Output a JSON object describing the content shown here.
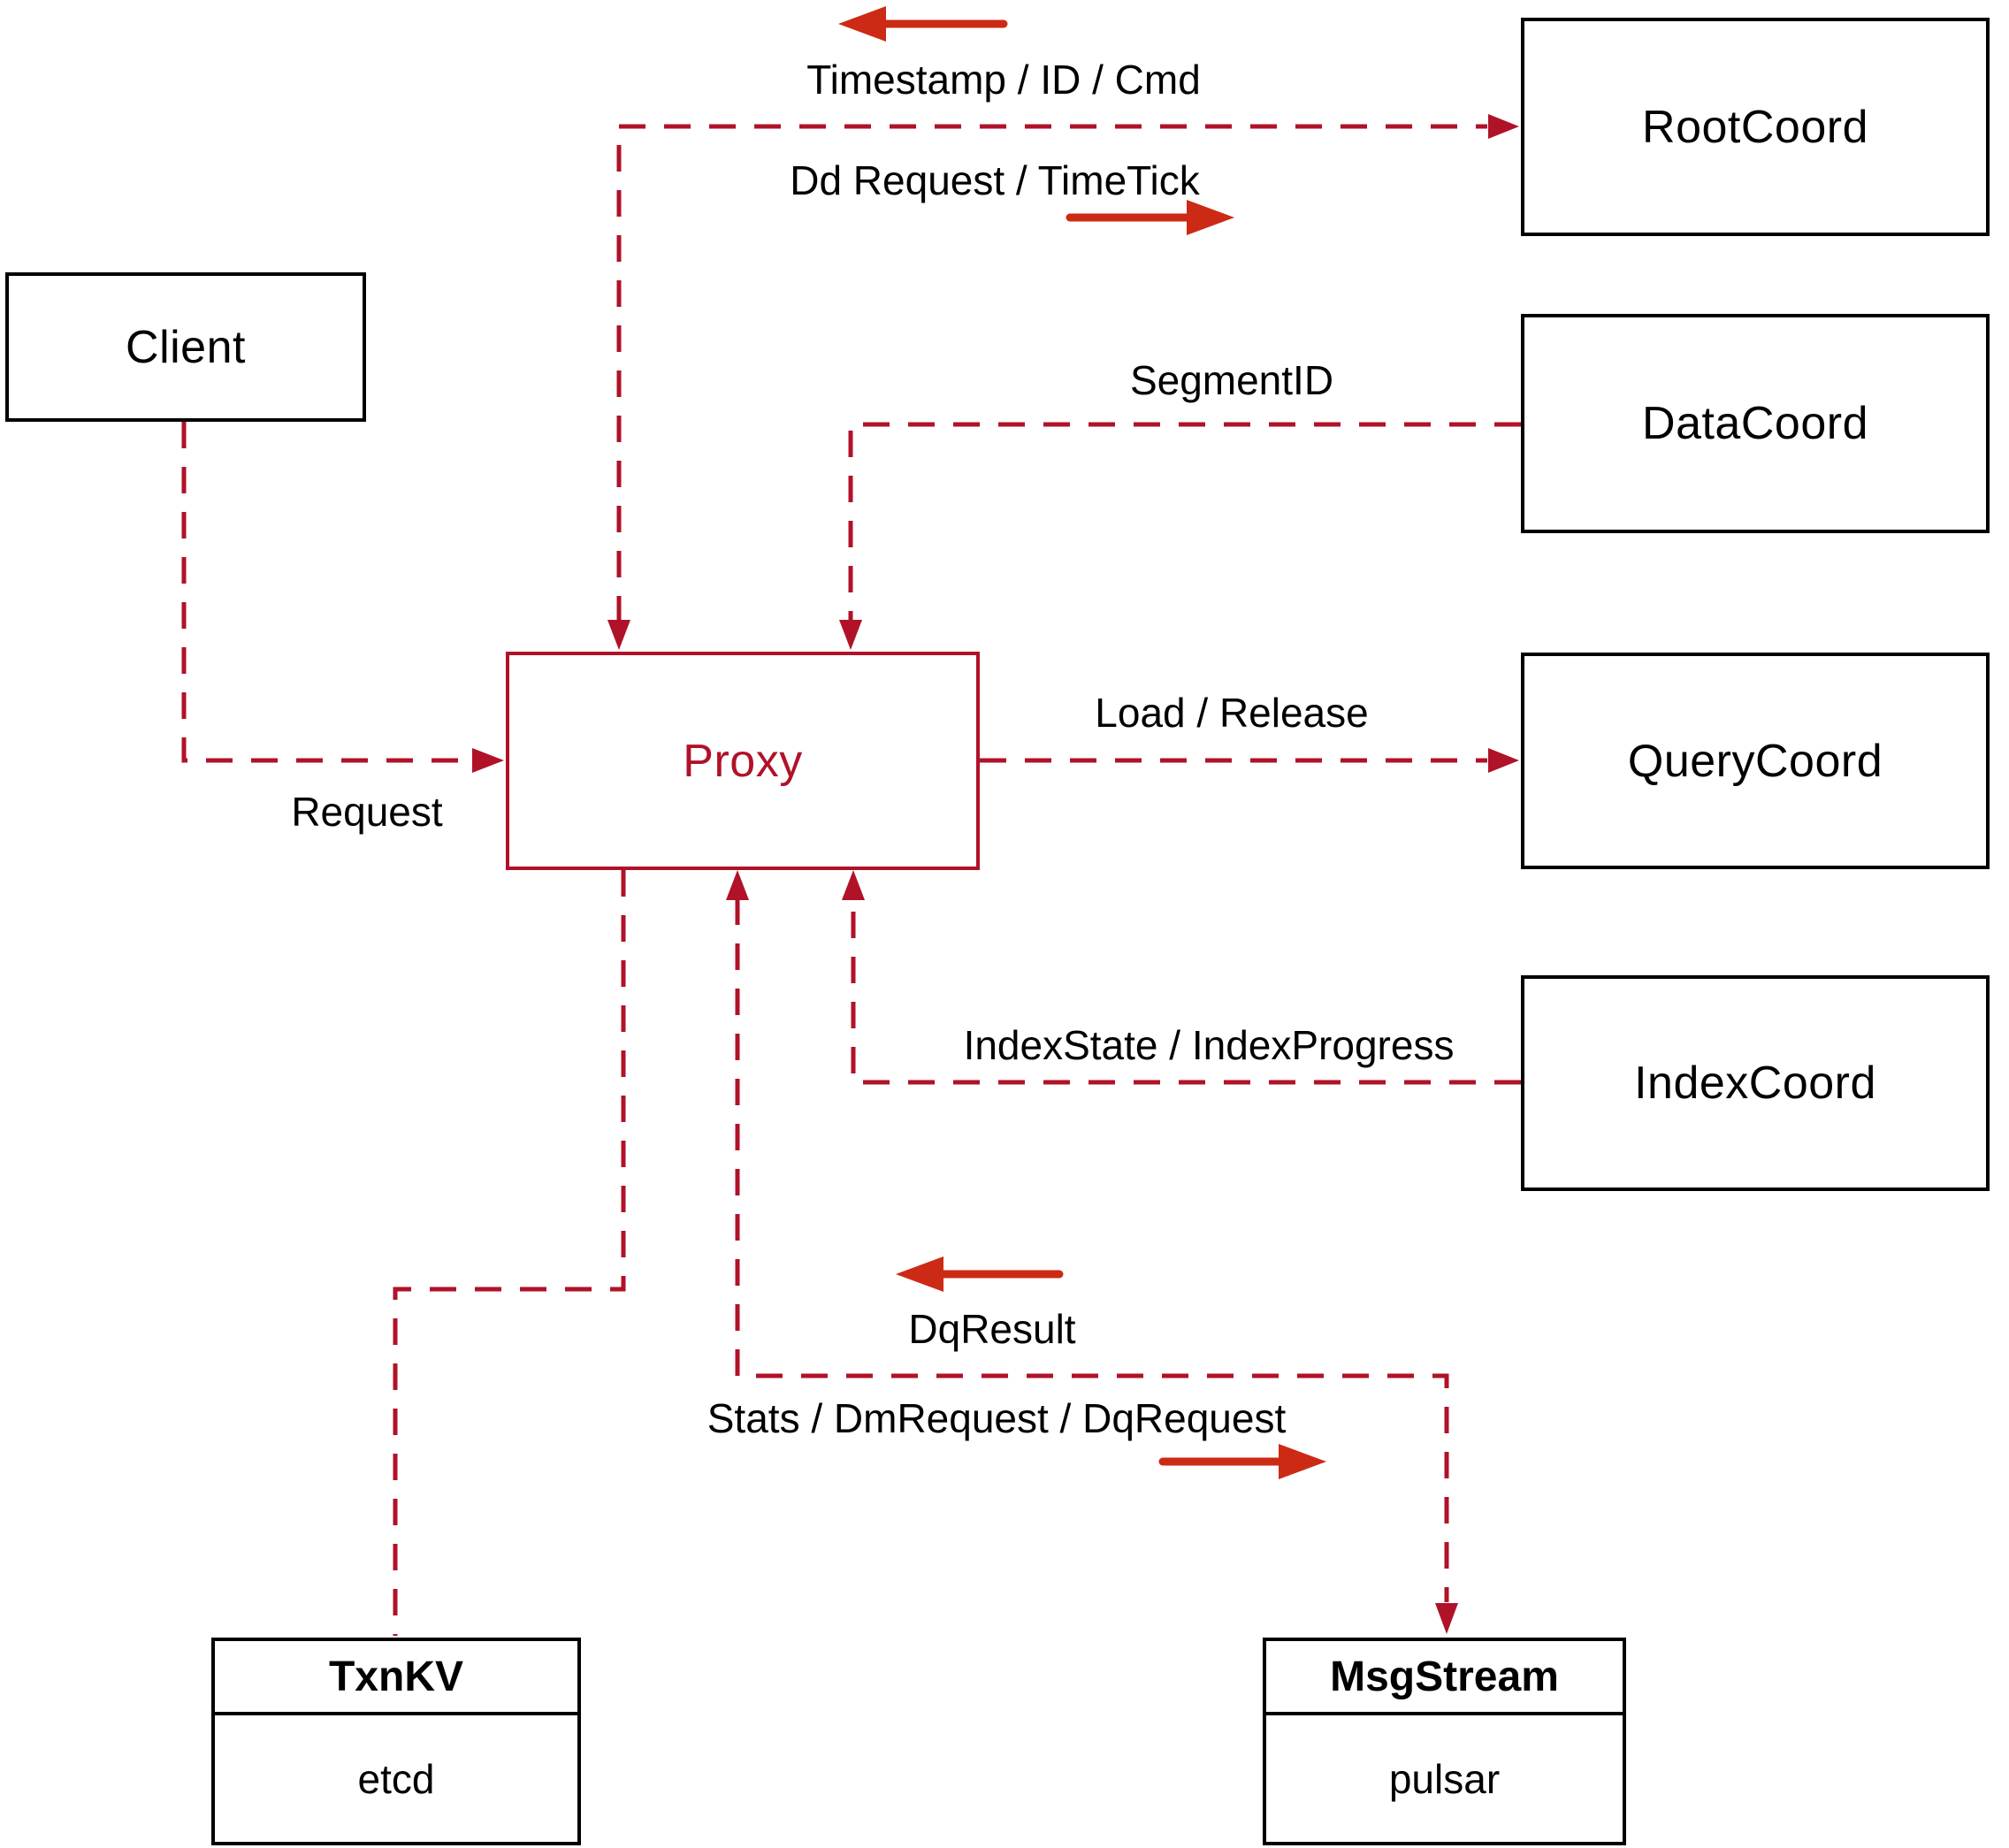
{
  "diagram": {
    "nodes": {
      "client": {
        "label": "Client"
      },
      "proxy": {
        "label": "Proxy"
      },
      "root_coord": {
        "label": "RootCoord"
      },
      "data_coord": {
        "label": "DataCoord"
      },
      "query_coord": {
        "label": "QueryCoord"
      },
      "index_coord": {
        "label": "IndexCoord"
      },
      "txn_kv": {
        "title": "TxnKV",
        "impl": "etcd"
      },
      "msg_stream": {
        "title": "MsgStream",
        "impl": "pulsar"
      }
    },
    "edge_labels": {
      "timestamp_id_cmd": "Timestamp / ID / Cmd",
      "dd_request_timetick": "Dd Request / TimeTick",
      "segment_id": "SegmentID",
      "load_release": "Load / Release",
      "index_state": "IndexState / IndexProgress",
      "dq_result": "DqResult",
      "stats_dm_dq": "Stats / DmRequest / DqRequest",
      "request": "Request"
    },
    "colors": {
      "wire": "#b01228",
      "arrow": "#cc2a14",
      "box-border": "#000000"
    }
  }
}
